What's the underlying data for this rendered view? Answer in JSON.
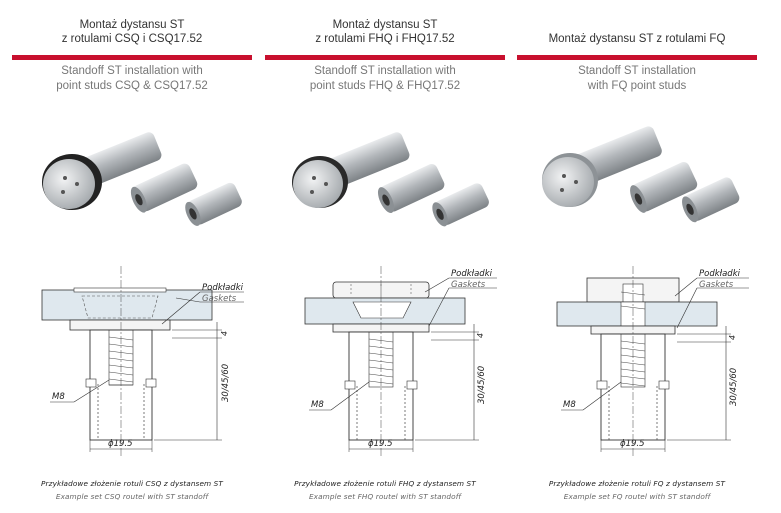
{
  "columns": [
    {
      "title_pl": "Montaż dystansu ST\nz rotulami CSQ i CSQ17.52",
      "title_en": "Standoff ST installation with\npoint studs CSQ & CSQ17.52",
      "label_gaskets_pl": "Podkładki",
      "label_gaskets_en": "Gaskets",
      "label_thread": "M8",
      "label_diameter": "ϕ19.5",
      "label_dim_small": "4",
      "label_dim_height": "30/45/60",
      "caption_pl": "Przykładowe złożenie rotuli CSQ z dystansem ST",
      "caption_en": "Example set CSQ routel with ST standoff"
    },
    {
      "title_pl": "Montaż dystansu ST\nz rotulami FHQ i FHQ17.52",
      "title_en": "Standoff ST installation with\npoint studs FHQ & FHQ17.52",
      "label_gaskets_pl": "Podkładki",
      "label_gaskets_en": "Gaskets",
      "label_thread": "M8",
      "label_diameter": "ϕ19.5",
      "label_dim_small": "4",
      "label_dim_height": "30/45/60",
      "caption_pl": "Przykładowe złożenie rotuli FHQ z dystansem ST",
      "caption_en": "Example set FHQ routel with ST standoff"
    },
    {
      "title_pl": "Montaż dystansu ST z rotulami FQ",
      "title_en": "Standoff ST installation\nwith  FQ  point studs",
      "label_gaskets_pl": "Podkładki",
      "label_gaskets_en": "Gaskets",
      "label_thread": "M8",
      "label_diameter": "ϕ19.5",
      "label_dim_small": "4",
      "label_dim_height": "30/45/60",
      "caption_pl": "Przykładowe złożenie rotuli FQ z dystansem ST",
      "caption_en": "Example set FQ routel with ST standoff"
    }
  ],
  "colors": {
    "accent_rule": "#c8102e",
    "glass": "#dfe8ee",
    "steel": "#b8bcc0",
    "line": "#333333"
  }
}
